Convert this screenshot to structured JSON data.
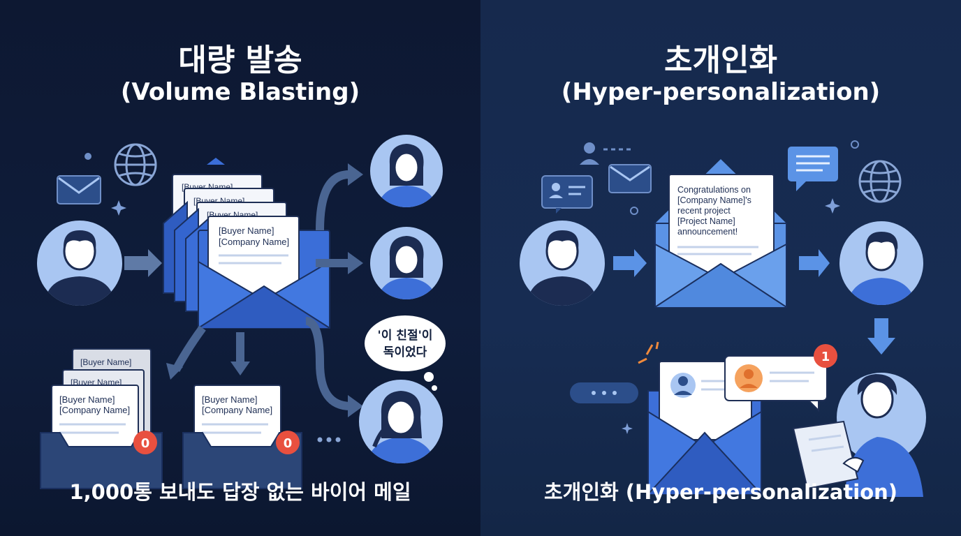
{
  "left": {
    "title": "대량 발송",
    "subtitle": "(Volume Blasting)",
    "caption": "1,000통 보내도 답장 없는 바이어 메일",
    "envelope_doc_line1": "[Buyer Name]",
    "envelope_doc_line2": "[Company Name]",
    "envelope_doc_line2_partial": "me",
    "thought_bubble_line1": "'이 친절'이",
    "thought_bubble_line2": "독이었다",
    "inbox1_badge": "0",
    "inbox2_badge": "0"
  },
  "right": {
    "title": "초개인화",
    "subtitle": "(Hyper-personalization)",
    "caption": "초개인화 (Hyper-personalization)",
    "letter_lines": [
      "Congratulations on",
      "[Company Name]'s",
      "recent project",
      "[Project Name]",
      "announcement!"
    ],
    "notification_badge": "1"
  },
  "colors": {
    "left_bg": "#0d1832",
    "right_bg": "#172c52",
    "accent_blue": "#3d6fd8",
    "light_blue": "#a9c6f2",
    "badge_red": "#e8503f",
    "arrow_gray": "#5f7aa6"
  }
}
